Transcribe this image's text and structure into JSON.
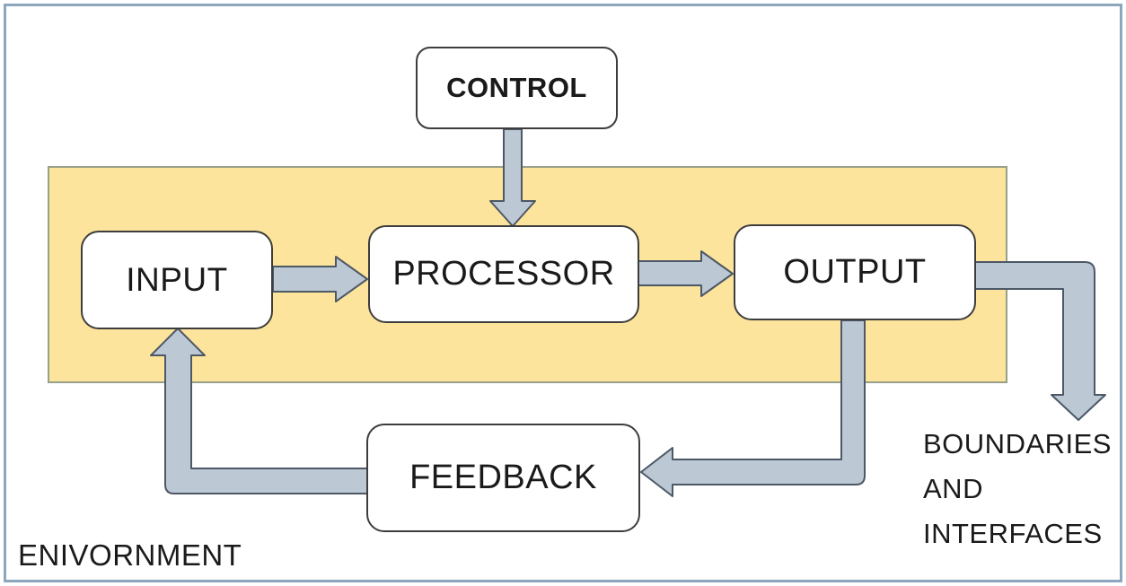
{
  "diagram": {
    "nodes": {
      "control": {
        "label": "CONTROL"
      },
      "input": {
        "label": "INPUT"
      },
      "processor": {
        "label": "PROCESSOR"
      },
      "output": {
        "label": "OUTPUT"
      },
      "feedback": {
        "label": "FEEDBACK"
      }
    },
    "labels": {
      "environment": "ENIVORNMENT",
      "boundaries_line1": "BOUNDARIES",
      "boundaries_line2": "AND",
      "boundaries_line3": "INTERFACES"
    },
    "colors": {
      "frame_border": "#8ca6bd",
      "band_fill": "#fde49c",
      "band_border": "#97a089",
      "arrow_fill": "#bdc8d5",
      "arrow_stroke": "#4d5866",
      "box_fill": "#ffffff",
      "box_border": "#3d3d3d",
      "text": "#1a1a1a"
    }
  }
}
